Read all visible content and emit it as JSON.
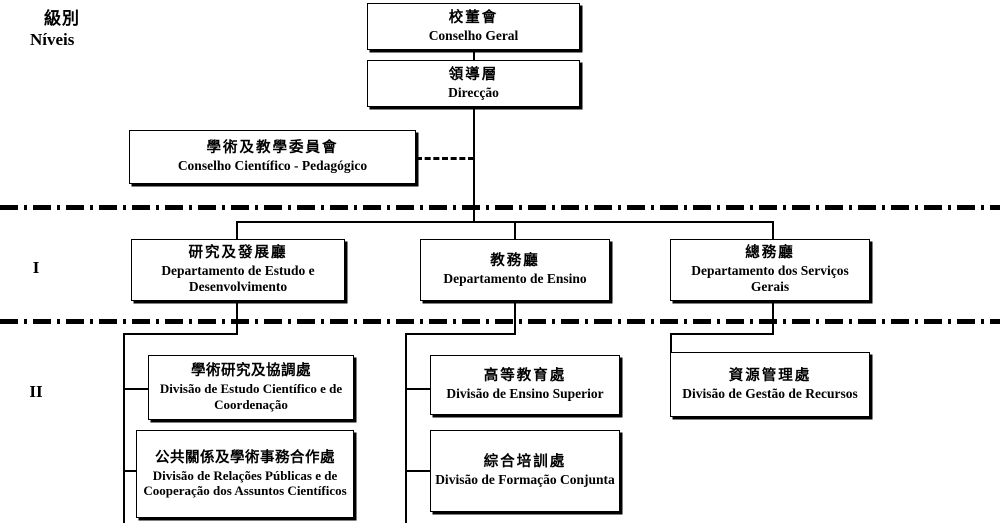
{
  "title": {
    "cn": "級別",
    "pt": "Níveis"
  },
  "levels": [
    {
      "numeral": "I"
    },
    {
      "numeral": "II"
    }
  ],
  "nodes": {
    "board": {
      "cn": "校董會",
      "pt": "Conselho Geral"
    },
    "direction": {
      "cn": "領導層",
      "pt": "Direcção"
    },
    "scientific_council": {
      "cn": "學術及教學委員會",
      "pt": "Conselho Científico - Pedagógico"
    },
    "dept_study_development": {
      "cn": "研究及發展廳",
      "pt": "Departamento de Estudo e Desenvolvimento"
    },
    "dept_teaching": {
      "cn": "教務廳",
      "pt": "Departamento de Ensino"
    },
    "dept_general_services": {
      "cn": "總務廳",
      "pt": "Departamento dos Serviços Gerais"
    },
    "div_scientific_study": {
      "cn": "學術研究及協調處",
      "pt": "Divisão de Estudo Científico e de Coordenação"
    },
    "div_public_relations": {
      "cn": "公共關係及學術事務合作處",
      "pt": "Divisão de Relações Públicas e de Cooperação dos Assuntos Científicos"
    },
    "div_higher_education": {
      "cn": "高等教育處",
      "pt": "Divisão de Ensino Superior"
    },
    "div_joint_training": {
      "cn": "綜合培訓處",
      "pt": "Divisão de Formação Conjunta"
    },
    "div_resource_management": {
      "cn": "資源管理處",
      "pt": "Divisão de Gestão de Recursos"
    }
  },
  "colors": {
    "line": "#000000",
    "box_fill": "#ffffff",
    "text": "#000000"
  }
}
